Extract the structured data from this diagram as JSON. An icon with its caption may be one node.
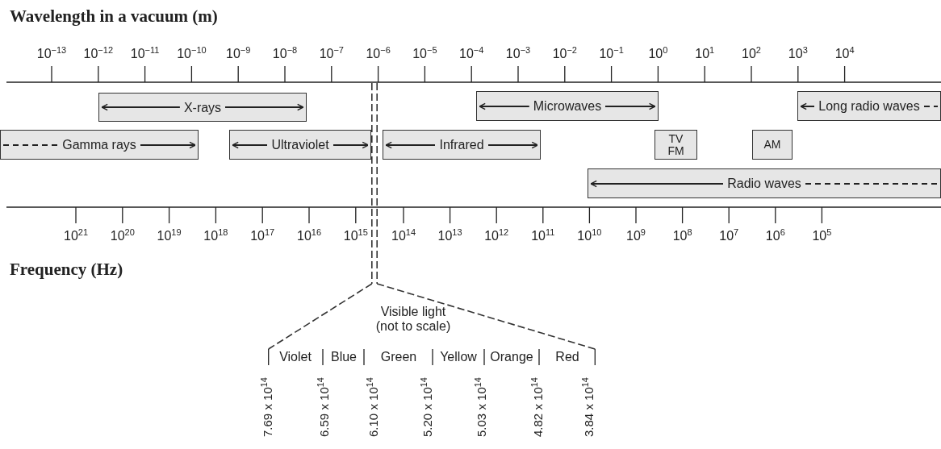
{
  "diagram": {
    "nodes": [
      {
        "text": [
          "X-rays"
        ]
      },
      {
        "text": [
          "Microwaves"
        ]
      },
      {
        "text": [
          "Long radio waves"
        ]
      },
      {
        "text": [
          "Gamma rays"
        ]
      },
      {
        "text": [
          "Ultraviolet"
        ]
      },
      {
        "text": [
          "Infrared"
        ]
      },
      {
        "text": [
          "TV FM"
        ]
      },
      {
        "text": [
          "AM"
        ]
      },
      {
        "text": [
          "Radio waves"
        ]
      },
      {
        "text": [],
        "shape": "bar"
      },
      {
        "text": [],
        "shape": "bar"
      }
    ],
    "edges": [
      {
        "from": 9,
        "to": 10,
        "arrow": "none",
        "style": "dashed"
      },
      {
        "from": 9,
        "to": 10,
        "arrow": "none",
        "style": "dashed"
      }
    ],
    "labels": [
      "Wavelength in a vacuum (m)",
      "10$^{−13}$",
      "10$^{−12}$",
      "10$^{−11}$",
      "10$^{−10}$",
      "10$^{−9}$",
      "10$^{−8}$",
      "10$^{−7}$",
      "10$^{−6}$",
      "10$^{−5}$",
      "10$^{−4}$",
      "10$^{−3}$",
      "10$^{−2}$",
      "10$^{−1}$",
      "10$^{0}$",
      "10$^{1}$",
      "10$^{2}$",
      "10$^{3}$",
      "10$^{4}$",
      "10$^{21}$",
      "10$^{20}$",
      "10$^{19}$",
      "10$^{18}$",
      "10$^{17}$",
      "10$^{16}$",
      "10$^{15}$",
      "10$^{14}$",
      "10$^{13}$",
      "10$^{12}$",
      "10$^{11}$",
      "10$^{10}$",
      "10$^{9}$",
      "10$^{8}$",
      "10$^{7}$",
      "10$^{6}$",
      "10$^{5}$",
      "Frequency (Hz)",
      "Visible light (not to scale)",
      "Violet",
      "Blue",
      "Green",
      "Yellow",
      "Orange",
      "Red",
      "7.69 x 10$^{14}$",
      "6.59 x 10$^{14}$",
      "6.10 x 10$^{14}$",
      "5.20 x 10$^{14}$",
      "5.03 x 10$^{14}$",
      "4.82 x 10$^{14}$",
      "3.84 x 10$^{14}$"
    ]
  }
}
